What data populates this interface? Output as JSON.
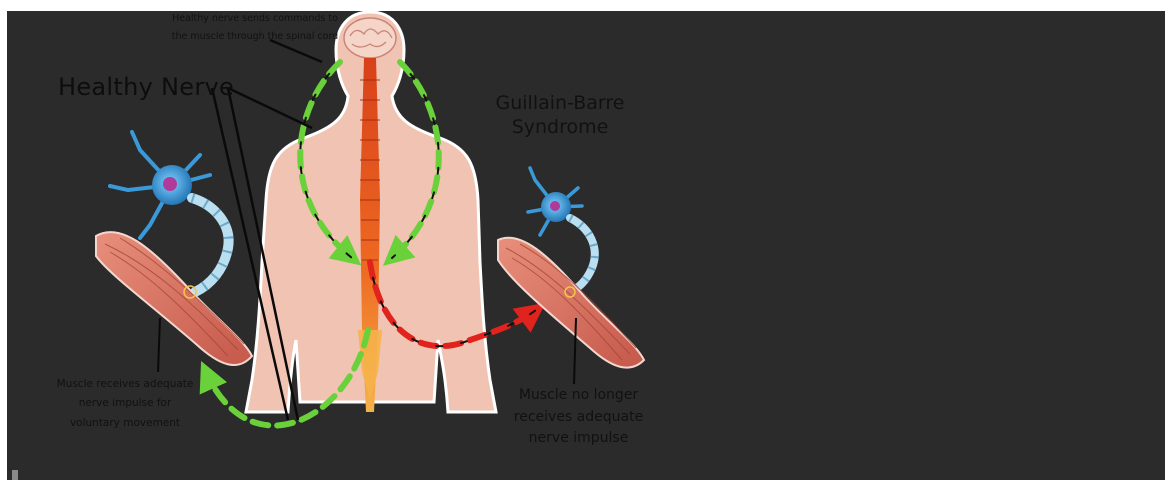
{
  "labels": {
    "healthy_title": "Healthy Nerve",
    "gbs_title": "Guillain-Barre Syndrome",
    "top_note": "Healthy nerve sends commands to the muscle through the spinal cord",
    "left_note": "Muscle receives adequate nerve impulse for voluntary movement",
    "right_note": "Muscle no longer receives adequate nerve impulse"
  },
  "colors": {
    "background": "#2b2b2b",
    "healthy_signal": "#6ad13a",
    "impaired_signal": "#e0231c",
    "body": "#f1c3b3",
    "spine": "#e8501c",
    "muscle": "#d9725f",
    "neuron": "#3a9ad9"
  },
  "icons": {
    "body": "human-torso-with-spine",
    "healthy_neuron": "neuron-icon",
    "gbs_neuron": "neuron-icon",
    "left_muscle": "muscle-icon",
    "right_muscle": "muscle-icon"
  }
}
